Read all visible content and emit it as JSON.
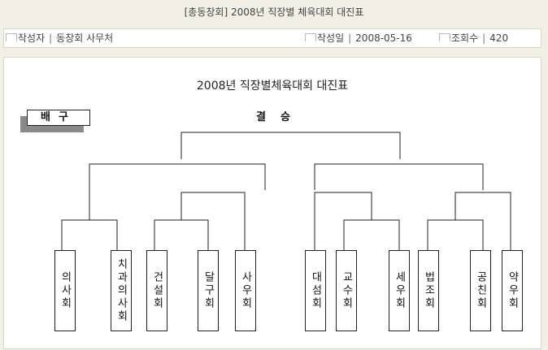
{
  "window": {
    "title": "[총동창회] 2008년 직장별 체육대회 대진표"
  },
  "meta": {
    "author_label": "작성자",
    "author_value": "동창회 사무처",
    "date_label": "작성일",
    "date_value": "2008-05-16",
    "views_label": "조회수",
    "views_value": "420"
  },
  "document": {
    "title": "2008년 직장별체육대회 대진표",
    "sport": "배구",
    "final_label": "결승"
  },
  "bracket": {
    "teams": [
      "의사회",
      "치과의사회",
      "건설회",
      "달구회",
      "사우회",
      "대섬회",
      "교수회",
      "세우회",
      "법조회",
      "공친회",
      "약우회"
    ]
  }
}
